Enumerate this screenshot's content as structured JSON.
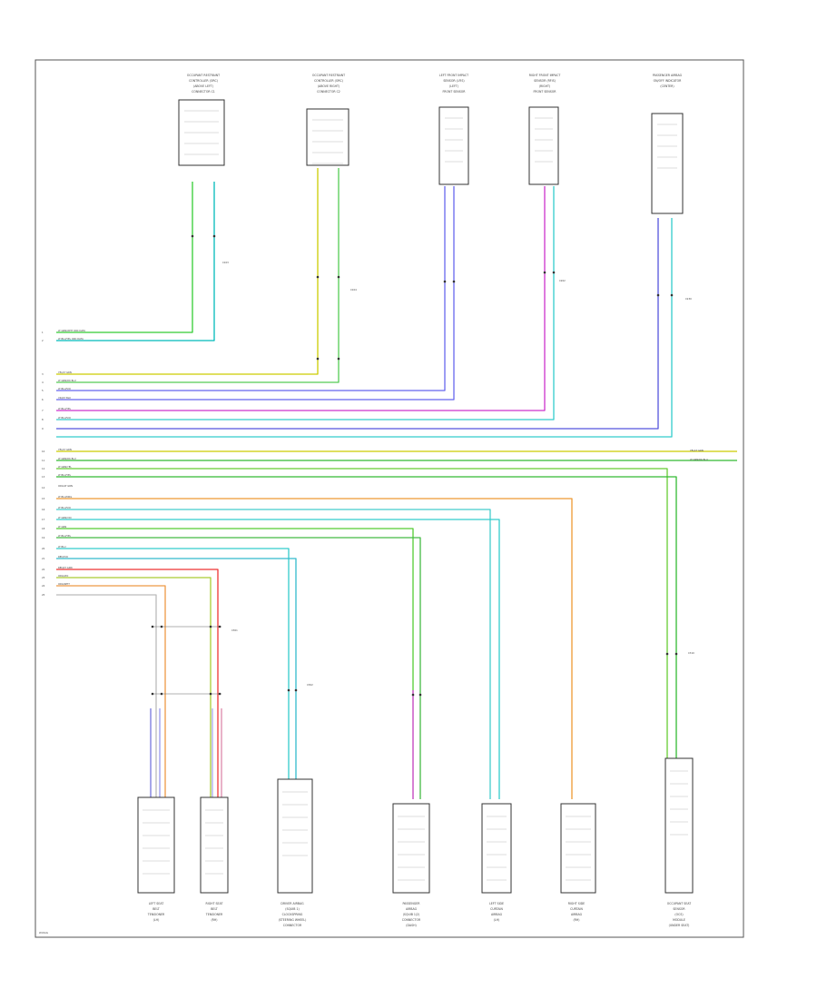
{
  "diagram": {
    "footer_ref": "W-DIAG",
    "top_components": [
      {
        "id": "t1",
        "label_lines": [
          "OCCUPANT RESTRAINT",
          "CONTROLLER (ORC)",
          "(ABOVE LEFT)",
          "CONNECTOR C1"
        ]
      },
      {
        "id": "t2",
        "label_lines": [
          "OCCUPANT RESTRAINT",
          "CONTROLLER (ORC)",
          "(ABOVE RIGHT)",
          "CONNECTOR C2"
        ]
      },
      {
        "id": "t3",
        "label_lines": [
          "LEFT FRONT IMPACT",
          "SENSOR (LFIS)",
          "(LEFT)",
          "FRONT SENSOR"
        ]
      },
      {
        "id": "t4",
        "label_lines": [
          "RIGHT FRONT IMPACT",
          "SENSOR (RFIS)",
          "(RIGHT)",
          "FRONT SENSOR"
        ]
      },
      {
        "id": "t5",
        "label_lines": [
          "PASSENGER AIRBAG",
          "ON/OFF INDICATOR",
          "(CENTER)"
        ]
      }
    ],
    "bottom_components": [
      {
        "id": "b1",
        "label_lines": [
          "LEFT SEAT",
          "BELT",
          "TENSIONER",
          "(LH)"
        ]
      },
      {
        "id": "b2",
        "label_lines": [
          "RIGHT SEAT",
          "BELT",
          "TENSIONER",
          "(RH)"
        ]
      },
      {
        "id": "b3",
        "label_lines": [
          "DRIVER AIRBAG",
          "(SQUIB 1)",
          "CLOCKSPRING",
          "(STEERING WHEEL)",
          "CONNECTOR"
        ]
      },
      {
        "id": "b4",
        "label_lines": [
          "PASSENGER",
          "AIRBAG",
          "(SQUIB 1/2)",
          "CONNECTOR",
          "(DASH)"
        ]
      },
      {
        "id": "b5",
        "label_lines": [
          "LEFT SIDE",
          "CURTAIN",
          "AIRBAG",
          "(LH)"
        ]
      },
      {
        "id": "b6",
        "label_lines": [
          "RIGHT SIDE",
          "CURTAIN",
          "AIRBAG",
          "(RH)"
        ]
      },
      {
        "id": "b7",
        "label_lines": [
          "OCCUPANT SEAT",
          "SENSOR",
          "(OCS)",
          "MODULE",
          "(UNDER SEAT)"
        ]
      }
    ],
    "wires": [
      {
        "label": "LT GRN/WHT  ORC DATA",
        "color": "#33cc33"
      },
      {
        "label": "LT BLU/YEL  ORC DATA",
        "color": "#00bbbb"
      },
      {
        "label": "YEL/LT GRN",
        "color": "#cccc00"
      },
      {
        "label": "LT GRN/DK BLU",
        "color": "#55cc55"
      },
      {
        "label": "LT BLU/VIO",
        "color": "#6666ee"
      },
      {
        "label": "VIO/LT BLU",
        "color": "#cc33cc"
      },
      {
        "label": "LT BLU/YEL",
        "color": "#33cccc"
      },
      {
        "label": "LT BLU/VIO",
        "color": "#5555dd"
      },
      {
        "label": "YEL/LT GRN",
        "color": "#cccc00"
      },
      {
        "label": "LT GRN/DK BLU",
        "color": "#33bb33"
      },
      {
        "label": "LT GRN/YEL",
        "color": "#66cc33"
      },
      {
        "label": "LT BLU/YEL",
        "color": "#33cccc"
      },
      {
        "label": "ORG/LT GRN",
        "color": "#ee9933"
      },
      {
        "label": "LT BLU/ORG",
        "color": "#44cccc"
      },
      {
        "label": "LT BLU/VIO",
        "color": "#33cccc"
      },
      {
        "label": "LT GRN/VIO",
        "color": "#55cc33"
      },
      {
        "label": "LT GRN",
        "color": "#44bb44"
      },
      {
        "label": "LT BLU/YEL",
        "color": "#33cccc"
      },
      {
        "label": "LT BLU",
        "color": "#33bbcc"
      },
      {
        "label": "RED/VIO",
        "color": "#ee3333"
      },
      {
        "label": "RED/LT GRN",
        "color": "#aacc33"
      },
      {
        "label": "ORG/VIO",
        "color": "#ee9944"
      },
      {
        "label": "ORG/WHT",
        "color": "#bbbbbb"
      }
    ],
    "right_labels": [
      "YEL/LT GRN",
      "LT GRN/DK BLU"
    ],
    "pin_numbers": [
      "1",
      "2",
      "3",
      "4",
      "5",
      "6",
      "7",
      "8",
      "9",
      "10",
      "11",
      "12",
      "13",
      "14",
      "15",
      "16",
      "17",
      "18",
      "19",
      "20",
      "21",
      "22",
      "23",
      "24",
      "25"
    ],
    "connector_tags": [
      "C103",
      "C104",
      "C202",
      "C230",
      "C301",
      "C302",
      "C310"
    ],
    "colors": {
      "frame": "#555555",
      "connector": "#333333",
      "background": "#ffffff"
    }
  }
}
